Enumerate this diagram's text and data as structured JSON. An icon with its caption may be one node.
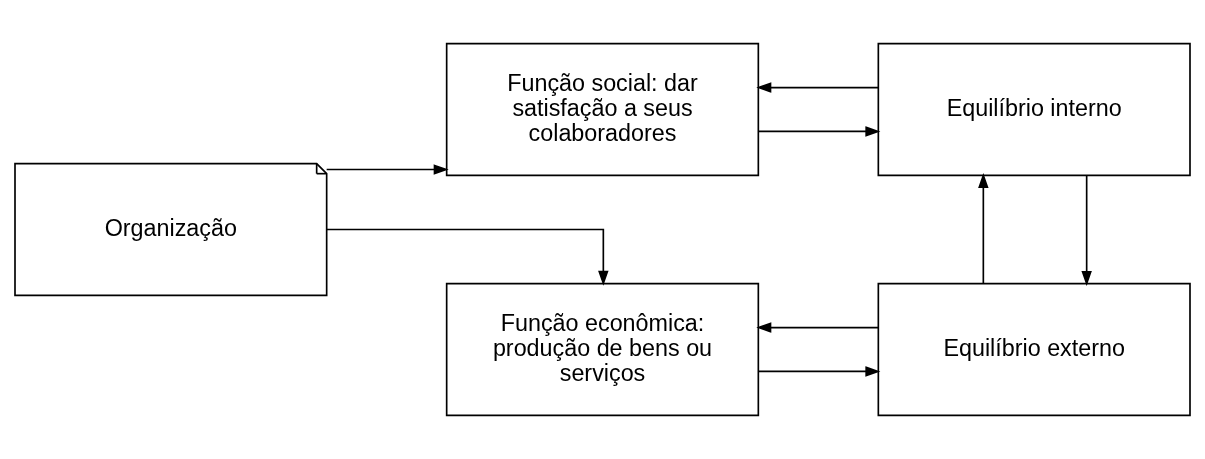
{
  "diagram": {
    "nodes": [
      {
        "text": [
          "Organização"
        ]
      },
      {
        "text": [
          "Função econômica: produção de bens ou serviços"
        ]
      },
      {
        "text": [
          "Equilíbrio externo"
        ]
      },
      {
        "text": [
          "Função social: dar satisfação a seus colaboradores"
        ]
      },
      {
        "text": [
          "Equilíbrio interno"
        ]
      }
    ],
    "edges": [
      {
        "from": 0,
        "to": 1,
        "arrow": "to"
      },
      {
        "from": 0,
        "to": 3,
        "arrow": "to"
      },
      {
        "from": 1,
        "to": 2,
        "arrow": "to"
      },
      {
        "from": 2,
        "to": 1,
        "arrow": "to"
      },
      {
        "from": 3,
        "to": 4,
        "arrow": "to"
      },
      {
        "from": 4,
        "to": 3,
        "arrow": "to"
      },
      {
        "from": 2,
        "to": 4,
        "arrow": "to"
      },
      {
        "from": 4,
        "to": 2,
        "arrow": "to"
      }
    ]
  }
}
